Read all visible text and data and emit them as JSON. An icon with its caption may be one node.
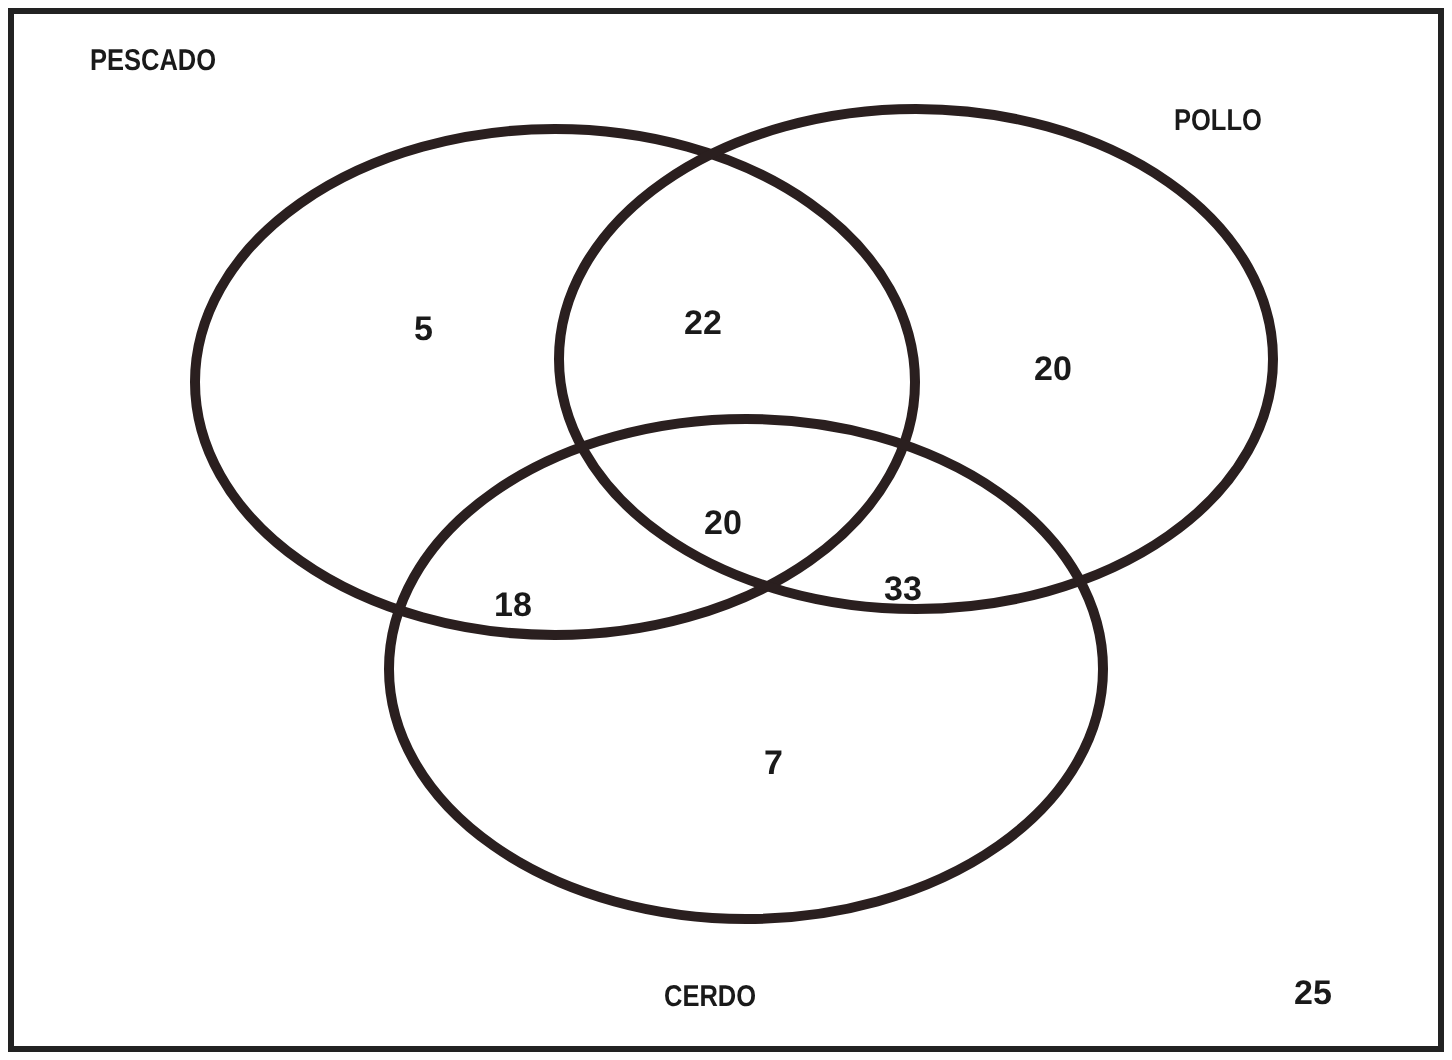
{
  "diagram": {
    "nodes": [
      {
        "text": [],
        "shape": "box"
      },
      {
        "text": [
          "PESCADO"
        ],
        "in": 0
      },
      {
        "text": [
          "POLLO"
        ],
        "in": 0
      },
      {
        "text": [
          "CERDO"
        ],
        "in": 0
      }
    ],
    "labels": [
      "5",
      "22",
      "20",
      "20",
      "18",
      "33",
      "7",
      "25"
    ]
  }
}
